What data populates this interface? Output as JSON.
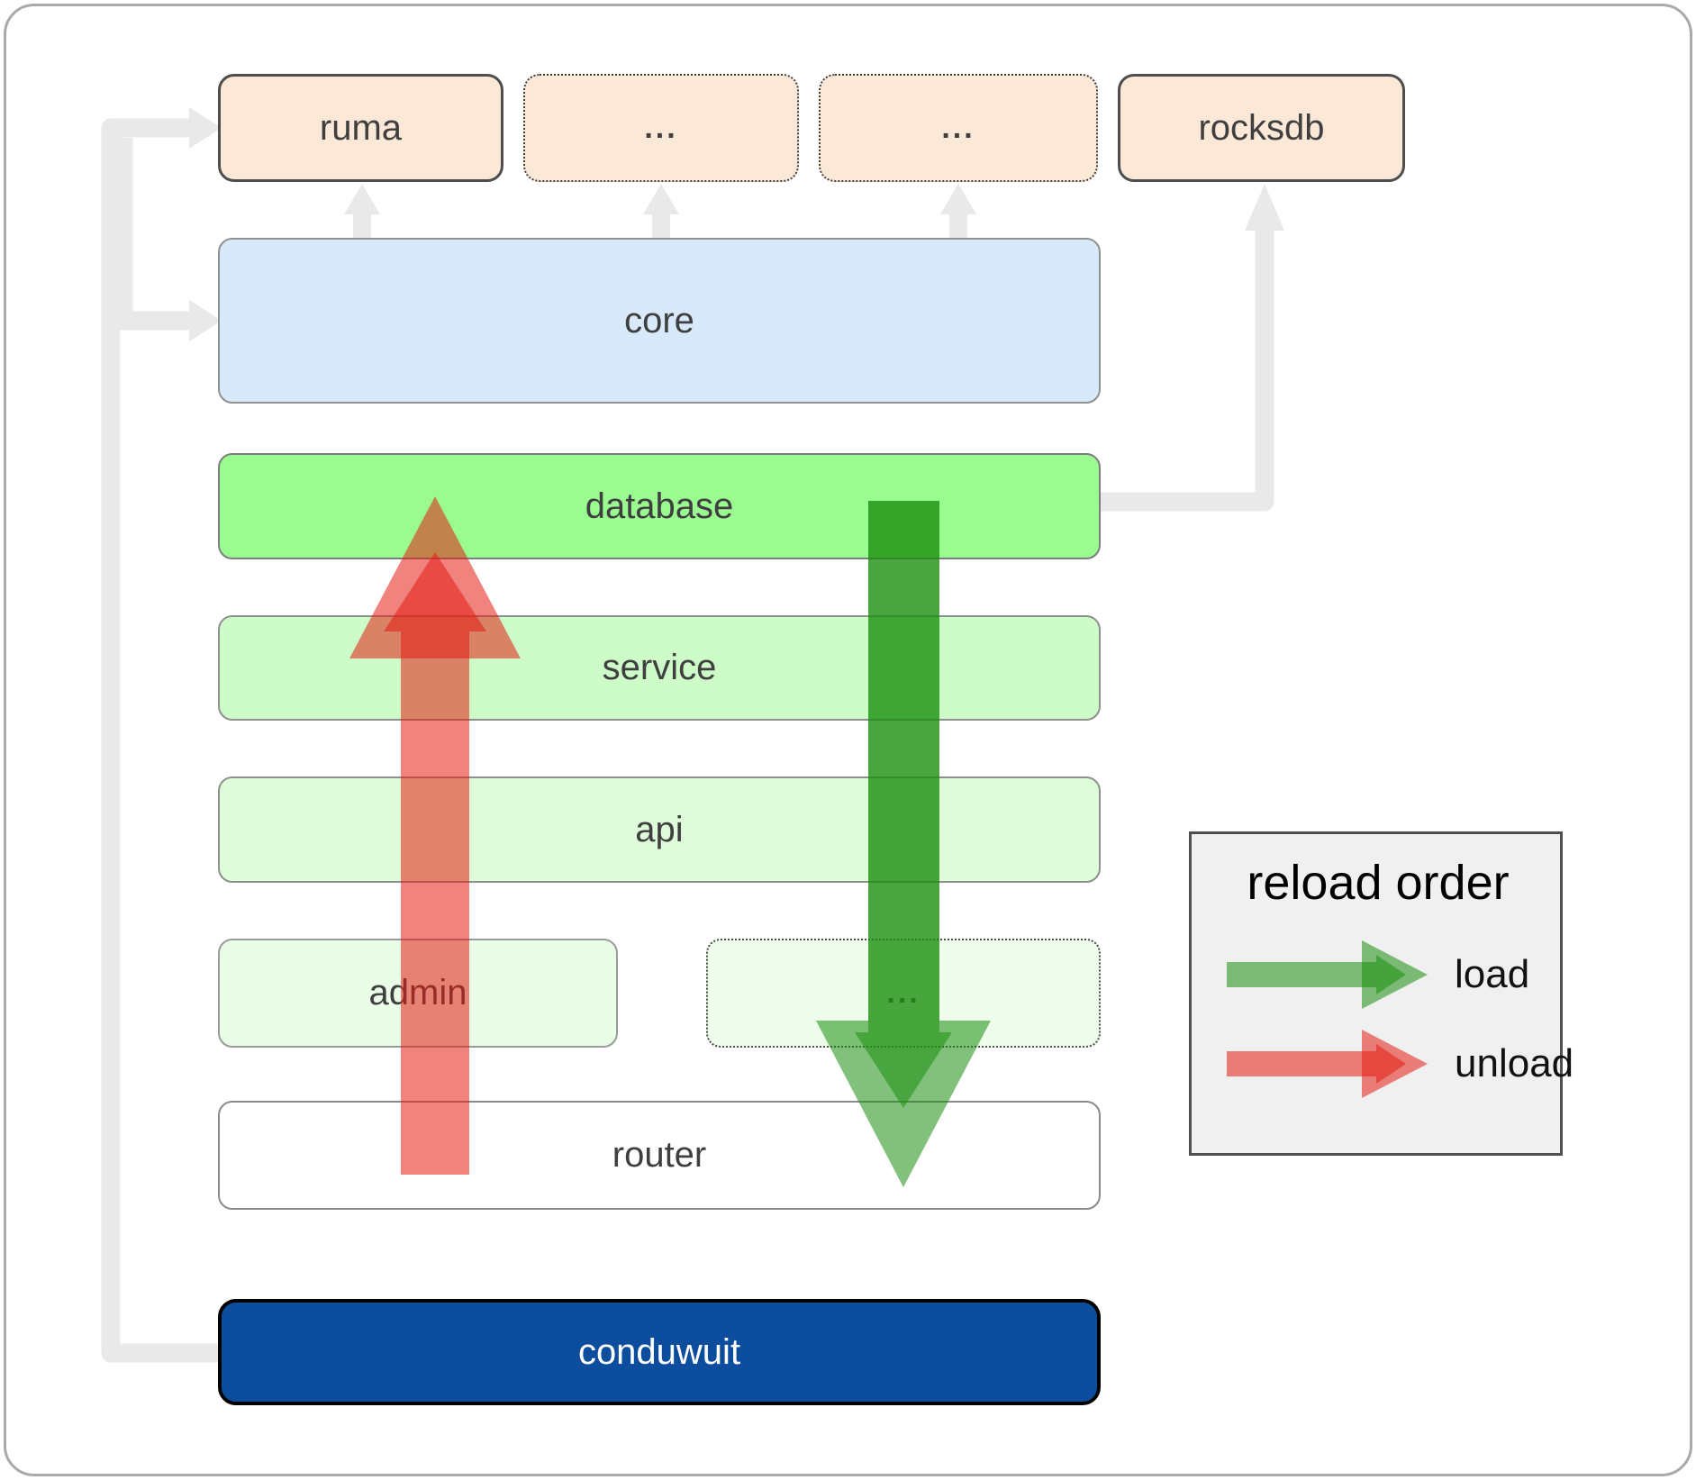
{
  "diagram": {
    "top_row": {
      "ruma": "ruma",
      "ellipsis1": "...",
      "ellipsis2": "...",
      "rocksdb": "rocksdb"
    },
    "rows": {
      "core": "core",
      "database": "database",
      "service": "service",
      "api": "api",
      "admin": "admin",
      "admin_ellipsis": "...",
      "router": "router",
      "conduwuit": "conduwuit"
    }
  },
  "legend": {
    "title": "reload order",
    "load": "load",
    "unload": "unload"
  },
  "colors": {
    "load_arrow": "#1c8e0f",
    "unload_arrow": "#e41e14",
    "connector_gray": "#e9e9e9",
    "database_fill": "#9afc90",
    "core_fill": "#d7e9fb",
    "peach_fill": "#fce8d7",
    "conduwuit_fill": "#0d4d9e",
    "legend_fill": "#f0f0f0"
  }
}
